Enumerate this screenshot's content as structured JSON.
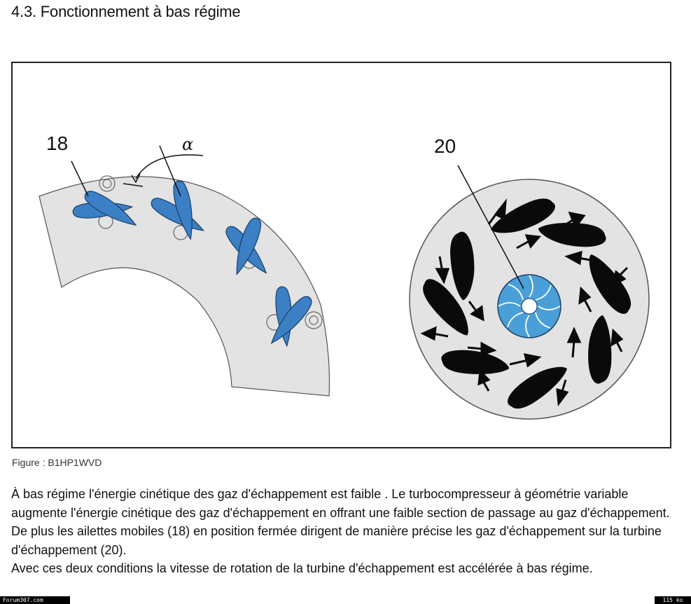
{
  "section_title": "4.3. Fonctionnement à bas régime",
  "figure": {
    "label_18": "18",
    "label_20": "20",
    "label_alpha": "α",
    "caption": "Figure : B1HP1WVD",
    "colors": {
      "vane_blue": "#3b7fc4",
      "disc_gray": "#e3e3e3",
      "blade_black": "#0a0a0a",
      "turbine_blue": "#4a9fd8"
    }
  },
  "paragraphs": [
    "À bas régime l'énergie cinétique des gaz d'échappement est faible . Le turbocompresseur à géométrie variable augmente l'énergie cinétique des gaz d'échappement en offrant une faible section de passage au gaz d'échappement.",
    "De plus les ailettes mobiles (18) en position fermée dirigent de manière précise les gaz d'échappement sur la turbine d'échappement (20).",
    "Avec ces deux conditions la vitesse de rotation de la turbine d'échappement est accélérée à bas régime."
  ],
  "footer": {
    "left": "Forum307.com",
    "right": "115 ko"
  }
}
